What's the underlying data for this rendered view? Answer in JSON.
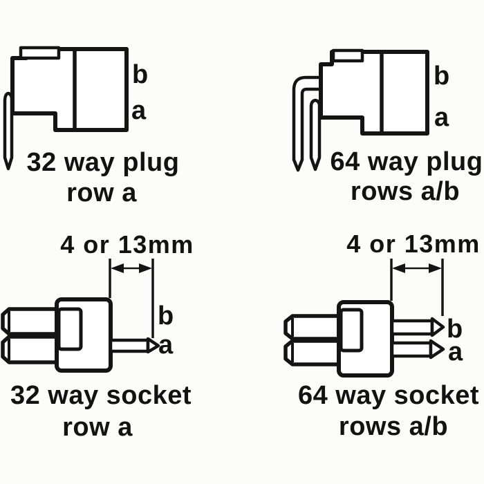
{
  "colors": {
    "background": "#fcfcfb",
    "ink": "#141414"
  },
  "panels": [
    {
      "id": "plug-32",
      "caption_line1": "32 way plug",
      "caption_line2": "row a",
      "row_top_label": "b",
      "row_bottom_label": "a"
    },
    {
      "id": "plug-64",
      "caption_line1": "64 way plug",
      "caption_line2": "rows a/b",
      "row_top_label": "b",
      "row_bottom_label": "a"
    },
    {
      "id": "socket-32",
      "dimension_label": "4 or 13mm",
      "caption_line1": "32 way socket",
      "caption_line2": "row a",
      "row_top_label": "b",
      "row_bottom_label": "a"
    },
    {
      "id": "socket-64",
      "dimension_label": "4 or 13mm",
      "caption_line1": "64 way socket",
      "caption_line2": "rows a/b",
      "row_top_label": "b",
      "row_bottom_label": "a"
    }
  ]
}
